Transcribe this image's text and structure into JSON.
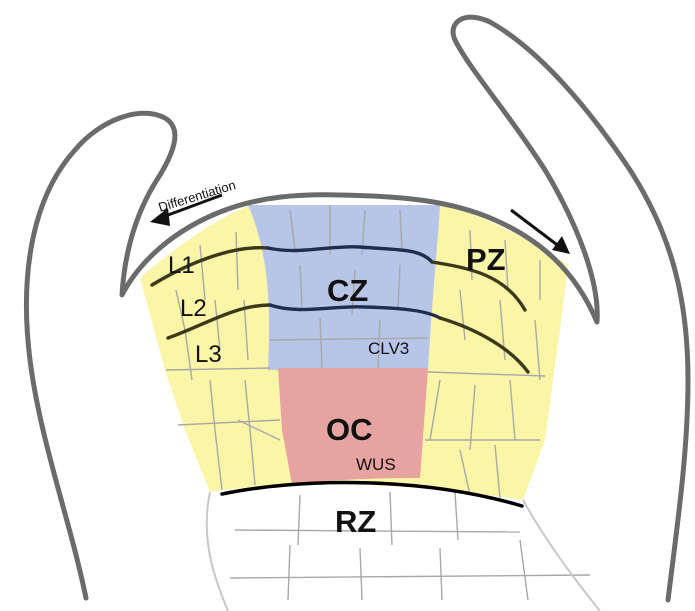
{
  "labels": {
    "differentiation": "Differentiation",
    "cz": "CZ",
    "pz": "PZ",
    "oc": "OC",
    "rz": "RZ",
    "l1": "L1",
    "l2": "L2",
    "l3": "L3",
    "clv3": "CLV3",
    "wus": "WUS"
  },
  "colors": {
    "cz_fill": "#b7c5e8",
    "oc_fill": "#e6a3a0",
    "pz_fill": "#fbf5a8",
    "outline": "#6b6b6b",
    "cell_wall": "#a8a8a8",
    "layer_line_blue": "#1f2e4d",
    "layer_line_olive": "#3b3a18",
    "boundary": "#000000"
  }
}
